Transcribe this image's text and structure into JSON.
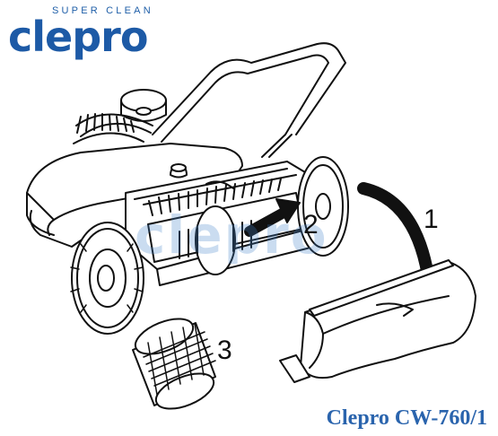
{
  "logo": {
    "tagline": "SUPER CLEAN",
    "wordmark": "clepro",
    "brand_color": "#1d5aa6"
  },
  "watermark": {
    "text": "clepro"
  },
  "steps": [
    {
      "number": "1"
    },
    {
      "number": "2"
    },
    {
      "number": "3"
    }
  ],
  "caption": {
    "text": "Clepro CW-760/1",
    "color": "#2a64ad"
  }
}
